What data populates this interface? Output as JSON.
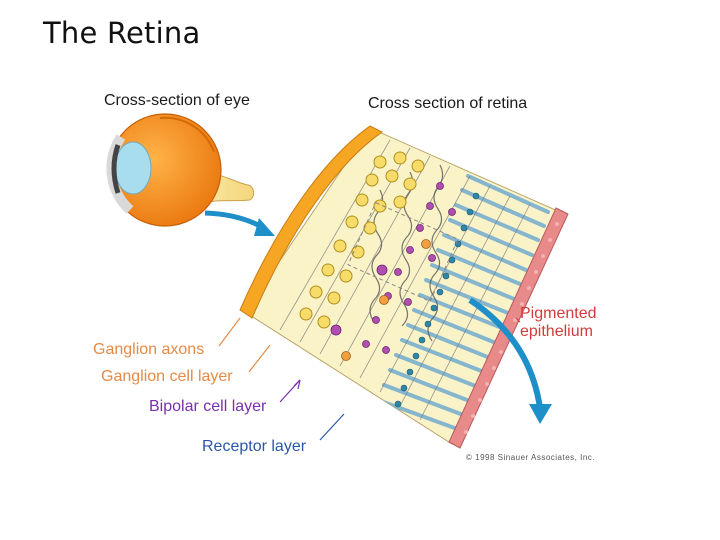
{
  "slide": {
    "title": "The Retina"
  },
  "diagram": {
    "eye_heading": "Cross-section of eye",
    "retina_heading": "Cross section of retina",
    "labels": {
      "ganglion_axons": "Ganglion axons",
      "ganglion_cell_layer": "Ganglion cell layer",
      "bipolar_cell_layer": "Bipolar cell layer",
      "receptor_layer": "Receptor layer",
      "pigmented_epithelium_line1": "Pigmented",
      "pigmented_epithelium_line2": "epithelium"
    },
    "copyright": "© 1998 Sinauer Associates, Inc.",
    "colors": {
      "ganglion_layer": "#f6a623",
      "tissue": "#fbf3c8",
      "receptor": "#7fb3cf",
      "epithelium": "#e88a8a",
      "arrow": "#1e8fc8",
      "bipolar_cell": "#b04fb0",
      "label_orange": "#e58a46",
      "label_purple": "#7b2fae",
      "label_blue": "#2b57a7",
      "label_red": "#d23b3b"
    }
  }
}
